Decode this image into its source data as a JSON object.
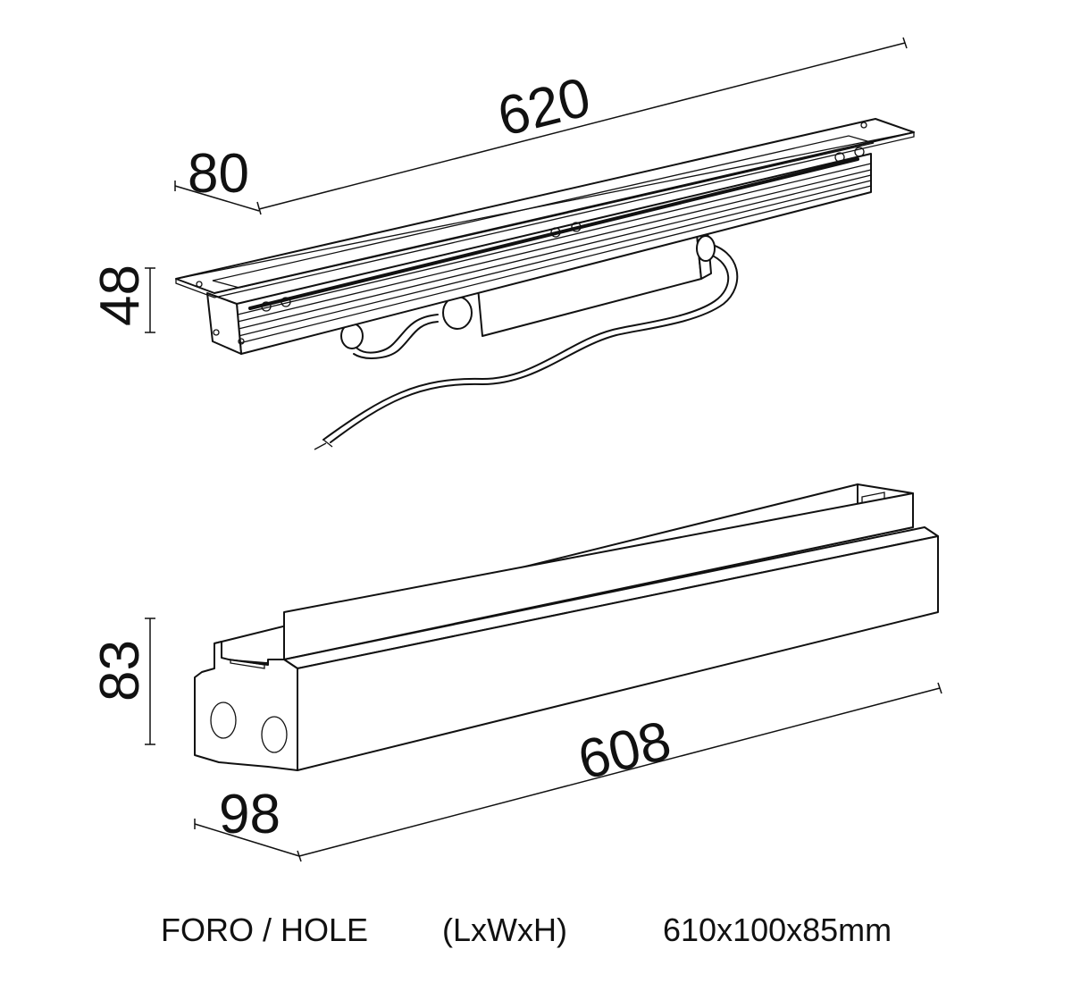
{
  "dimensions": {
    "fixture_length": "620",
    "fixture_width": "80",
    "fixture_height": "48",
    "housing_length": "608",
    "housing_width": "98",
    "housing_height": "83"
  },
  "caption": {
    "label": "FORO / HOLE",
    "format": "(LxWxH)",
    "value": "610x100x85mm"
  },
  "colors": {
    "line": "#111111",
    "background": "#ffffff"
  }
}
